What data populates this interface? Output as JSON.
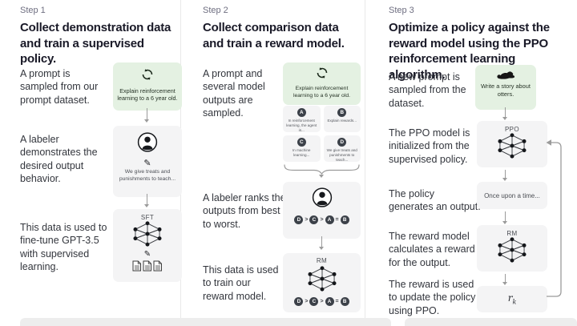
{
  "colors": {
    "green_bg": "#e4f1e2",
    "gray_box": "#f4f4f5",
    "dark": "#1d2026",
    "heading": "#191927",
    "muted": "#6e6e80",
    "caption": "#33363d",
    "arrow": "#9b9b9b",
    "divider": "#e9e9e9",
    "circle_bg": "#3c4149",
    "band": "#ededed"
  },
  "steps": [
    {
      "label": "Step 1",
      "heading": "Collect demonstration data and train a supervised policy.",
      "captions": [
        "A prompt is sampled from our prompt dataset.",
        "A labeler demonstrates the desired output behavior.",
        "This data is used to fine-tune GPT-3.5 with supervised learning."
      ],
      "prompt": "Explain reinforcement learning to a 6 year old.",
      "labeler_note": "We give treats and punishments to teach...",
      "model_label": "SFT"
    },
    {
      "label": "Step 2",
      "heading": "Collect comparison data and train a reward model.",
      "captions": [
        "A prompt and several model outputs are sampled.",
        "A labeler ranks the outputs from best to worst.",
        "This data is used to train our reward model."
      ],
      "prompt": "Explain reinforcement learning to a 6 year old.",
      "outputs": [
        {
          "letter": "A",
          "text": "In reinforcement learning, the agent is..."
        },
        {
          "letter": "B",
          "text": "Explain rewards..."
        },
        {
          "letter": "C",
          "text": "In machine learning..."
        },
        {
          "letter": "D",
          "text": "We give treats and punishments to teach..."
        }
      ],
      "ranking": {
        "letters": [
          "D",
          "C",
          "A",
          "B"
        ],
        "separators": [
          ">",
          ">",
          "="
        ]
      },
      "model_label": "RM"
    },
    {
      "label": "Step 3",
      "heading": "Optimize a policy against the reward model using the PPO reinforcement learning algorithm.",
      "captions": [
        "A new prompt is sampled from the dataset.",
        "The PPO model is initialized from the supervised policy.",
        "The policy generates an output.",
        "The reward model calculates a reward for the output.",
        "The reward is used to update the policy using PPO."
      ],
      "prompt": "Write a story about otters.",
      "ppo_label": "PPO",
      "output_text": "Once upon a time...",
      "rm_label": "RM",
      "reward_symbol": "r",
      "reward_subscript": "k"
    }
  ]
}
